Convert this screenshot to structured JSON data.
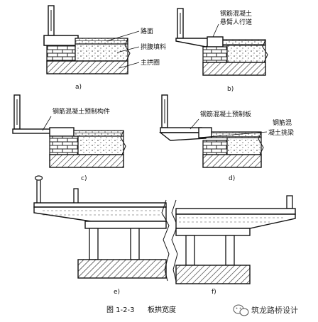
{
  "panels": {
    "a": {
      "sub": "a)",
      "labels": [
        "路面",
        "拱腹填料",
        "主拱圈"
      ]
    },
    "b": {
      "sub": "b)",
      "labels": [
        "钢筋混凝土",
        "悬臂人行道"
      ]
    },
    "c": {
      "sub": "c)",
      "labels": [
        "钢筋混凝土预制构件"
      ]
    },
    "d": {
      "sub": "d)",
      "labels": [
        "钢筋混凝土预制板",
        "钢筋混",
        "凝土挑梁"
      ]
    },
    "e": {
      "sub": "e)"
    },
    "f": {
      "sub": "f)"
    }
  },
  "caption": {
    "number": "图 1-2-3",
    "title": "板拱宽度"
  },
  "watermark": {
    "icon": "wechat-icon",
    "text": "筑龙路桥设计"
  }
}
